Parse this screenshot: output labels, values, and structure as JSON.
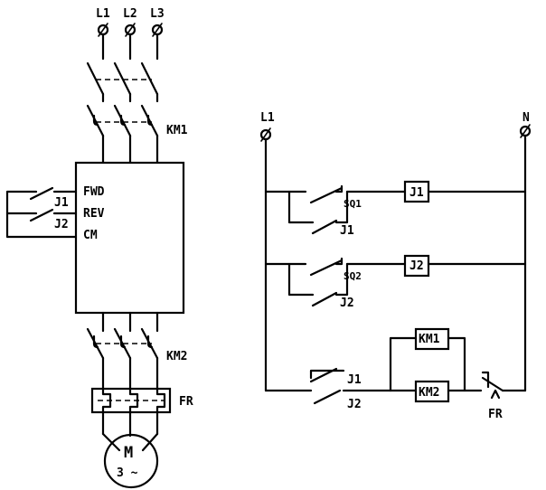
{
  "power_circuit": {
    "phases": [
      "L1",
      "L2",
      "L3"
    ],
    "contactor_top": "KM1",
    "contactor_bottom": "KM2",
    "overload_relay": "FR",
    "inverter_terminals": [
      "FWD",
      "REV",
      "CM"
    ],
    "relay_contacts": [
      "J1",
      "J2"
    ],
    "motor": {
      "symbol": "M",
      "rating": "3 ~"
    }
  },
  "control_circuit": {
    "supply_left": "L1",
    "supply_right": "N",
    "rung1": {
      "switch": "SQ1",
      "contact": "J1",
      "coil": "J1"
    },
    "rung2": {
      "switch": "SQ2",
      "contact": "J2",
      "coil": "J2"
    },
    "rung3": {
      "contact_top": "J1",
      "contact_bottom": "J2",
      "coil_top": "KM1",
      "coil_bottom": "KM2",
      "overload": "FR"
    }
  }
}
